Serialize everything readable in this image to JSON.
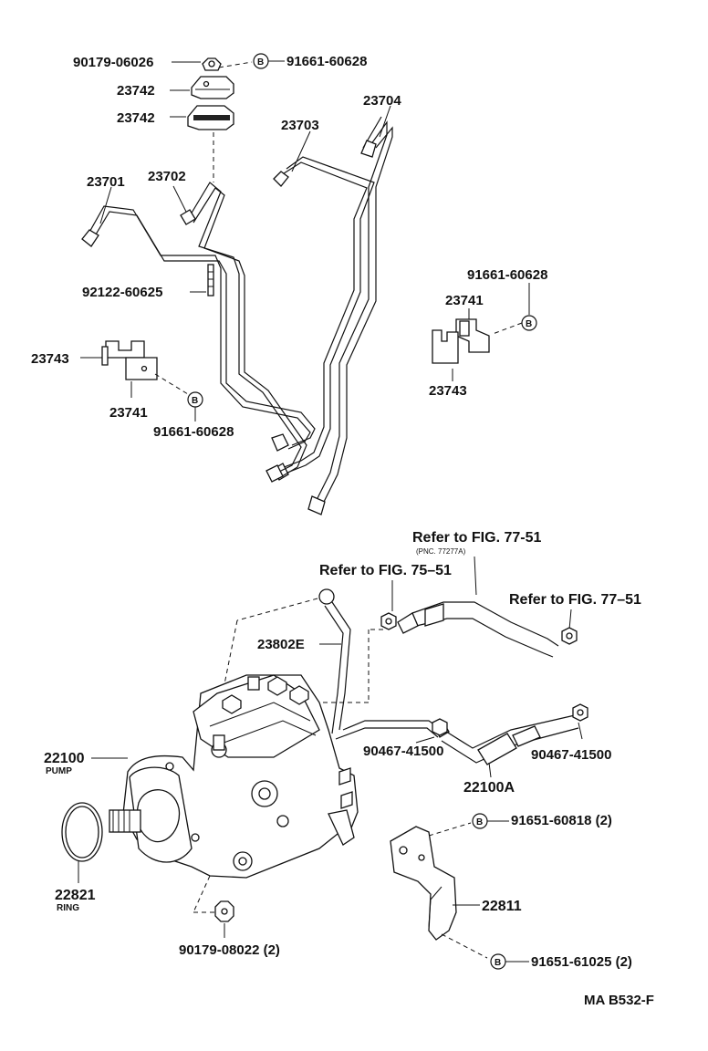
{
  "diagram_code": "MA B532-F",
  "bolt_symbol": "B",
  "labels": {
    "nut_90179_06026": "90179-06026",
    "bolt_91661_top": "91661-60628",
    "clamp_23742_a": "23742",
    "clamp_23742_b": "23742",
    "pipe_23704": "23704",
    "pipe_23703": "23703",
    "pipe_23701": "23701",
    "pipe_23702": "23702",
    "pin_92122": "92122-60625",
    "bolt_91661_right": "91661-60628",
    "clamp_23741_right": "23741",
    "clamp_23743_right": "23743",
    "clamp_23743_left": "23743",
    "clamp_23741_left": "23741",
    "bolt_91661_left": "91661-60628",
    "ref_77_51_upper": "Refer to FIG. 77-51",
    "ref_77_51_upper_sub": "(PNC. 77277A)",
    "ref_75_51": "Refer to FIG. 75–51",
    "ref_77_51_right": "Refer to FIG. 77–51",
    "pipe_23802e": "23802E",
    "pump_22100": "22100",
    "pump_sub": "PUMP",
    "clip_90467_left": "90467-41500",
    "clip_90467_right": "90467-41500",
    "hose_22100a": "22100A",
    "bolt_91651_60818": "91651-60818 (2)",
    "ring_22821": "22821",
    "ring_sub": "RING",
    "bracket_22811": "22811",
    "nut_90179_08022": "90179-08022 (2)",
    "bolt_91651_61025": "91651-61025 (2)"
  }
}
